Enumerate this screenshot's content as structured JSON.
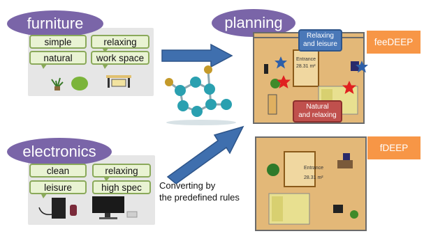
{
  "furniture": {
    "title": "furniture",
    "tags": [
      "simple",
      "relaxing",
      "natural",
      "work space"
    ]
  },
  "electronics": {
    "title": "electronics",
    "tags": [
      "clean",
      "relaxing",
      "leisure",
      "high spec"
    ]
  },
  "planning": {
    "title": "planning",
    "top_plan": {
      "badge": "feeDEEP",
      "callout_top": "Relaxing\nand leisure",
      "callout_bottom": "Natural\nand relaxing",
      "room_label": "Entrance",
      "room_area": "28.31 m²"
    },
    "bottom_plan": {
      "badge": "fDEEP",
      "room_label": "Entrance",
      "room_area": "28.31 m²"
    }
  },
  "converting_caption": "Converting by\nthe predefined rules",
  "colors": {
    "pill": "#7a65a8",
    "tag_bg": "#e9f3d3",
    "tag_border": "#8aa95a",
    "badge": "#f79646",
    "arrow": "#3f6fae",
    "callout_blue": "#4a78b8",
    "callout_red": "#c0504d",
    "molecule_node": "#2aa0b0",
    "molecule_tip": "#c49a2a"
  }
}
